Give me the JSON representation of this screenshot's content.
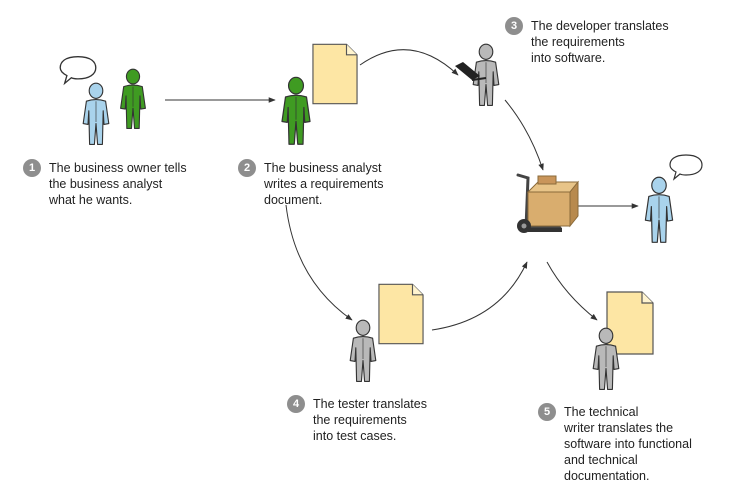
{
  "steps": [
    {
      "number": "1",
      "text": "The business owner tells\nthe business analyst\nwhat he wants."
    },
    {
      "number": "2",
      "text": "The business analyst\nwrites a requirements\ndocument."
    },
    {
      "number": "3",
      "text": "The developer translates\nthe requirements\ninto software."
    },
    {
      "number": "4",
      "text": "The tester translates\nthe requirements\ninto test cases."
    },
    {
      "number": "5",
      "text": "The technical\nwriter translates the\nsoftware into functional\nand technical\ndocumentation."
    }
  ],
  "colors": {
    "owner_figure": "#a9d3ec",
    "analyst_figure": "#3f9b22",
    "gray_figure": "#b9b9b9",
    "document": "#fde6a4",
    "box": "#d9ad6e",
    "step_badge": "#8e8e8e"
  },
  "icons": [
    "speech-bubble-icon",
    "person-icon",
    "document-icon",
    "laptop-icon",
    "hand-truck-icon"
  ]
}
